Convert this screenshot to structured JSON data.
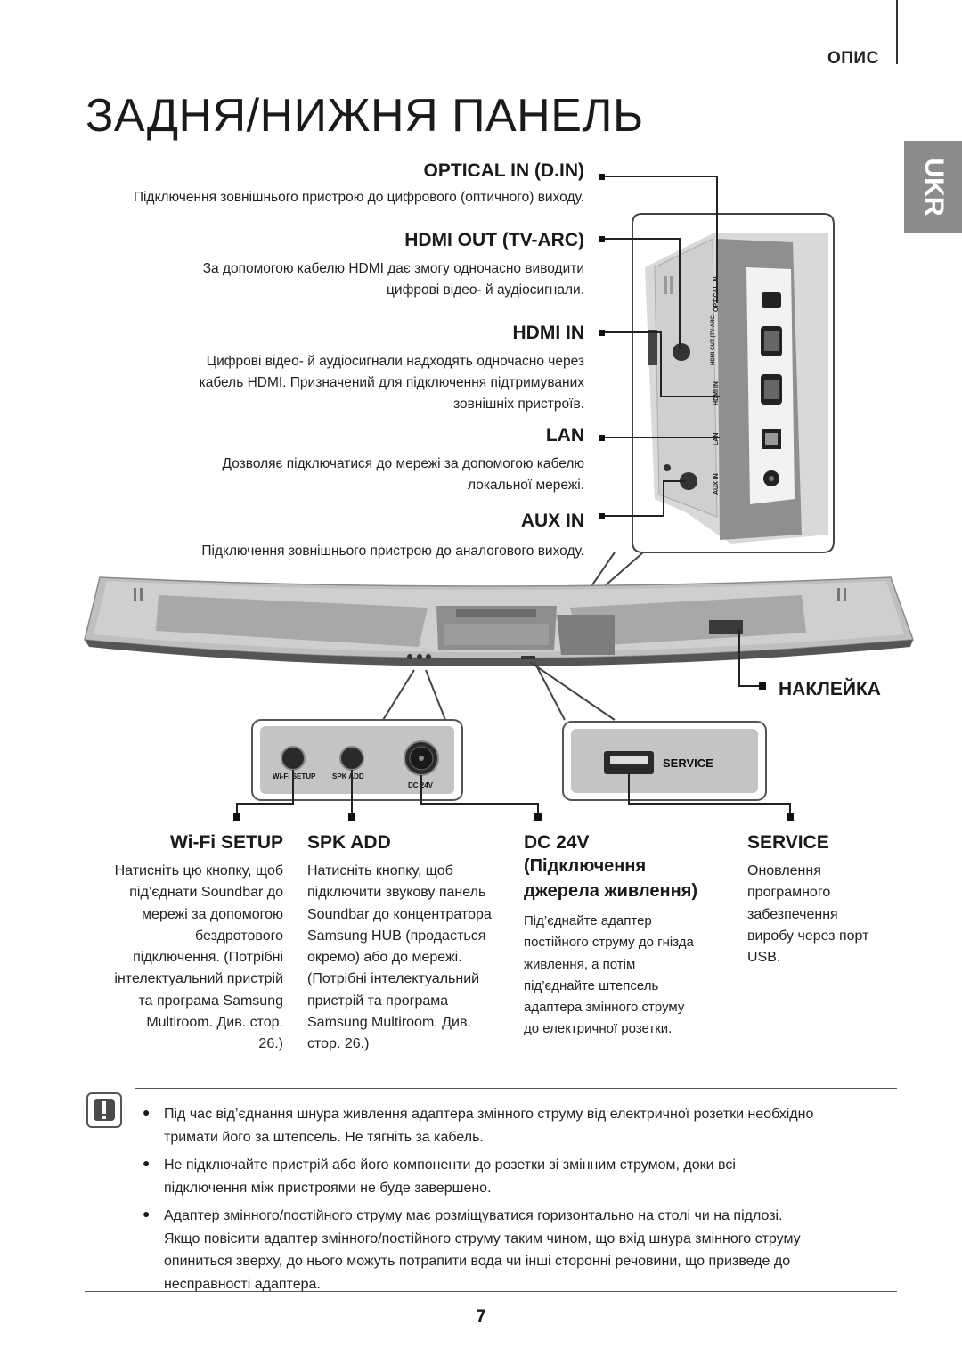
{
  "header": {
    "section": "ОПИС",
    "lang_tab": "UKR"
  },
  "title": "ЗАДНЯ/НИЖНЯ ПАНЕЛЬ",
  "ports": [
    {
      "heading": "OPTICAL IN (D.IN)",
      "lines": [
        "Підключення зовнішнього пристрою до цифрового (оптичного) виходу."
      ]
    },
    {
      "heading": "HDMI OUT (TV-ARC)",
      "lines": [
        "За допомогою кабелю HDMI дає змогу одночасно виводити",
        "цифрові відео- й аудіосигнали."
      ]
    },
    {
      "heading": "HDMI IN",
      "lines": [
        "Цифрові відео- й аудіосигнали надходять одночасно через",
        "кабель HDMI. Призначений для підключення підтримуваних",
        "зовнішніх пристроїв."
      ]
    },
    {
      "heading": "LAN",
      "lines": [
        "Дозволяє підключатися до мережі за допомогою кабелю",
        "локальної мережі."
      ]
    },
    {
      "heading": "AUX IN",
      "lines": [
        "Підключення зовнішнього пристрою до аналогового виходу."
      ]
    }
  ],
  "panel_labels": [
    "OPTICAL IN",
    "HDMI OUT (TV-ARC)",
    "HDMI IN",
    "LAN",
    "AUX IN"
  ],
  "sticker_label": "НАКЛЕЙКА",
  "bottom_panel": {
    "wifi": "Wi-Fi SETUP",
    "spk": "SPK ADD",
    "dc": "DC 24V",
    "service": "SERVICE"
  },
  "columns": [
    {
      "heading": "Wi-Fi SETUP",
      "lines": [
        "Натисніть цю кнопку, щоб",
        "під’єднати Soundbar до",
        "мережі за допомогою",
        "бездротового",
        "підключення. (Потрібні",
        "інтелектуальний пристрій",
        "та програма Samsung",
        "Multiroom.  Див. стор.",
        "26.)"
      ]
    },
    {
      "heading": "SPK ADD",
      "lines": [
        "Натисніть кнопку, щоб",
        "підключити звукову панель",
        "Soundbar до концентратора",
        "Samsung HUB (продається",
        "окремо) або до мережі.",
        "(Потрібні інтелектуальний",
        "пристрій та програма",
        "Samsung Multiroom. Див.",
        "стор. 26.)"
      ]
    },
    {
      "heading": "DC 24V",
      "subheading": [
        "(Підключення",
        "джерела живлення)"
      ],
      "lines": [
        "Під’єднайте адаптер",
        "постійного струму до гнізда",
        "живлення, а потім",
        "під’єднайте штепсель",
        "адаптера змінного струму",
        "до електричної розетки."
      ]
    },
    {
      "heading": "SERVICE",
      "lines": [
        "Оновлення",
        "програмного",
        "забезпечення",
        "виробу через порт",
        "USB."
      ]
    }
  ],
  "notes": [
    [
      "Під час від’єднання шнура живлення адаптера змінного струму від електричної розетки необхідно",
      "тримати його за штепсель. Не тягніть за кабель."
    ],
    [
      "Не підключайте пристрій або його компоненти до розетки зі змінним струмом, доки всі",
      "підключення між пристроями не буде завершено."
    ],
    [
      "Адаптер змінного/постійного струму має розміщуватися горизонтально на столі чи на підлозі.",
      "Якщо повісити адаптер змінного/постійного струму таким чином, що вхід шнура змінного струму",
      "опиниться зверху, до нього можуть потрапити вода чи інші сторонні речовини, що призведе до",
      "несправності адаптера."
    ]
  ],
  "page_number": "7",
  "icons": {
    "caution": "exclamation-icon",
    "bullet": "●"
  },
  "colors": {
    "tab_bg": "#8c8c8c",
    "panel_gray": "#bdbdbd",
    "body_dark": "#4a4a4a"
  }
}
